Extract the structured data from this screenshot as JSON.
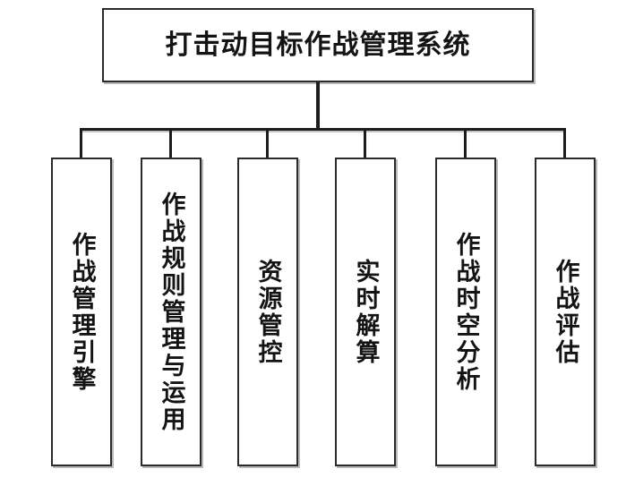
{
  "diagram": {
    "type": "organizational-hierarchy",
    "title": "打击动目标作战管理系统",
    "background_color": "#ffffff",
    "border_color": "#2b2b2b",
    "text_color": "#141414",
    "shadow_color": "#b9b9b9",
    "nodes": [
      {
        "id": "node-1",
        "label": "作战管理引擎"
      },
      {
        "id": "node-2",
        "label": "作战规则管理与运用"
      },
      {
        "id": "node-3",
        "label": "资源管控"
      },
      {
        "id": "node-4",
        "label": "实时解算"
      },
      {
        "id": "node-5",
        "label": "作战时空分析"
      },
      {
        "id": "node-6",
        "label": "作战评估"
      }
    ]
  }
}
